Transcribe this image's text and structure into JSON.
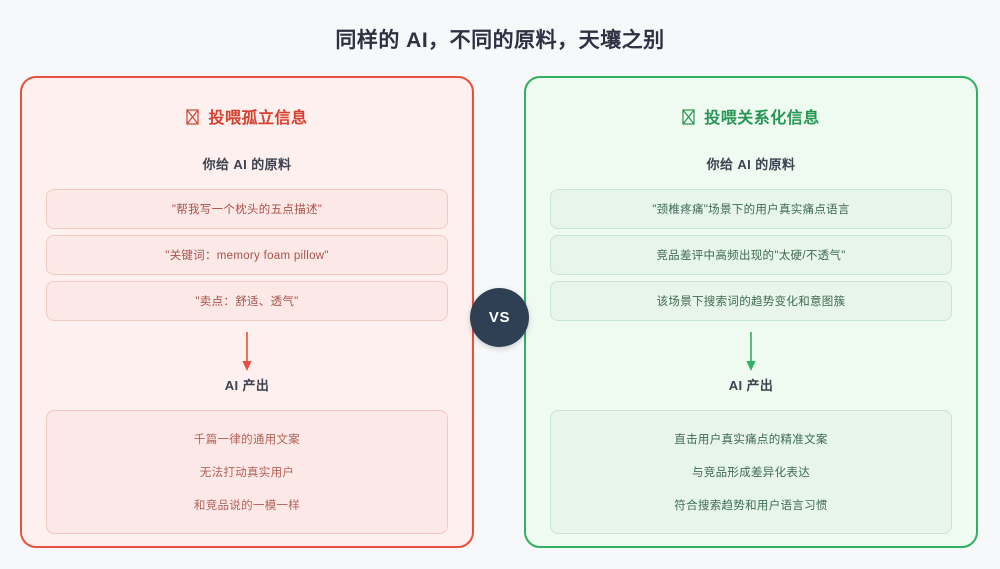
{
  "title": "同样的 AI，不同的原料，天壤之别",
  "vs_badge": {
    "label": "VS"
  },
  "colors": {
    "page_background": "#f7f8fa",
    "title_text": "#2d3142",
    "left_border": "#e8503f",
    "left_background": "#fdf0ee",
    "left_accent": "#d6402f",
    "right_border": "#2eb160",
    "right_background": "#effaf1",
    "right_accent": "#259653",
    "vs_badge_background": "#2f4054",
    "vs_badge_text": "#ffffff"
  },
  "left_panel": {
    "header_icon": "missing-glyph-box-icon",
    "header": "投喂孤立信息",
    "input_label": "你给 AI 的原料",
    "input_cards": [
      "\"帮我写一个枕头的五点描述\"",
      "\"关键词：memory foam pillow\"",
      "\"卖点：舒适、透气\""
    ],
    "arrow_icon": "arrow-down-icon",
    "output_label": "AI 产出",
    "output_lines": [
      "千篇一律的通用文案",
      "无法打动真实用户",
      "和竞品说的一模一样"
    ]
  },
  "right_panel": {
    "header_icon": "missing-glyph-box-icon",
    "header": "投喂关系化信息",
    "input_label": "你给 AI 的原料",
    "input_cards": [
      "\"颈椎疼痛\"场景下的用户真实痛点语言",
      "竞品差评中高频出现的\"太硬/不透气\"",
      "该场景下搜索词的趋势变化和意图簇"
    ],
    "arrow_icon": "arrow-down-icon",
    "output_label": "AI 产出",
    "output_lines": [
      "直击用户真实痛点的精准文案",
      "与竞品形成差异化表达",
      "符合搜索趋势和用户语言习惯"
    ]
  }
}
